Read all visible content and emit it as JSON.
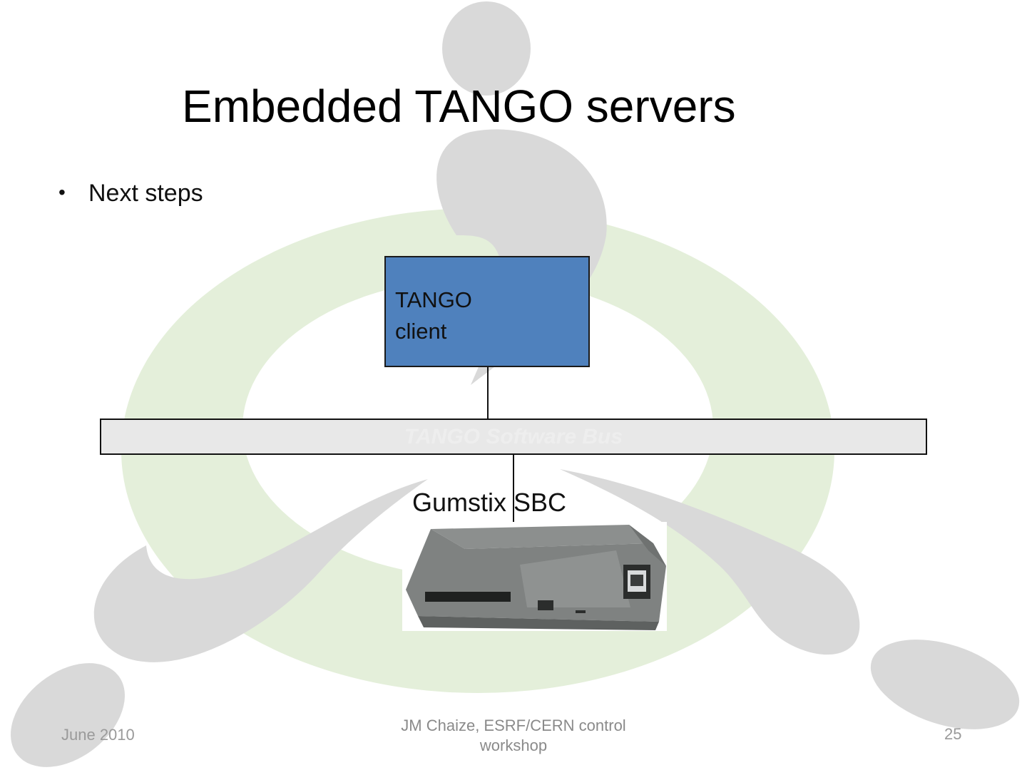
{
  "slide": {
    "title": "Embedded TANGO servers",
    "bullet": "Next steps"
  },
  "diagram": {
    "client_box": {
      "line1": "TANGO",
      "line2": "client"
    },
    "bus_label": "TANGO Software Bus",
    "device_label": "Gumstix SBC"
  },
  "footer": {
    "date": "June 2010",
    "center_line1": "JM Chaize, ESRF/CERN control",
    "center_line2": "workshop",
    "page_number": "25"
  },
  "colors": {
    "client_box": "#4f81bd",
    "bus": "#e8e8e8",
    "watermark_gray": "#d9d9d9",
    "watermark_green": "#e3efd9"
  }
}
